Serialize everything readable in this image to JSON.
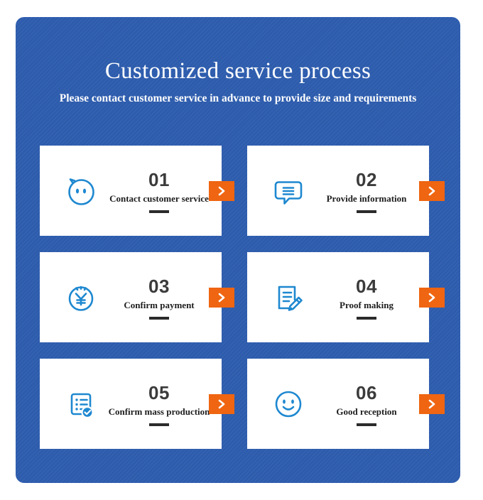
{
  "theme": {
    "panel_blue": "#2d5cad",
    "accent_orange": "#ef6511",
    "icon_blue": "#1e88d0",
    "card_bg": "#ffffff",
    "number_color": "#3b3b3b",
    "label_color": "#1d1d1d"
  },
  "header": {
    "title": "Customized service process",
    "subtitle": "Please contact customer service in advance to provide size and requirements"
  },
  "steps": [
    {
      "number": "01",
      "label": "Contact customer service",
      "icon": "chat-face-icon",
      "arrow": "chevron-right-icon"
    },
    {
      "number": "02",
      "label": "Provide information",
      "icon": "speech-bubble-lines-icon",
      "arrow": "chevron-right-icon"
    },
    {
      "number": "03",
      "label": "Confirm payment",
      "icon": "yen-coin-icon",
      "arrow": "chevron-right-icon"
    },
    {
      "number": "04",
      "label": "Proof making",
      "icon": "document-pencil-icon",
      "arrow": "chevron-right-icon"
    },
    {
      "number": "05",
      "label": "Confirm mass production",
      "icon": "checklist-check-icon",
      "arrow": "chevron-right-icon"
    },
    {
      "number": "06",
      "label": "Good reception",
      "icon": "smiley-face-icon",
      "arrow": "chevron-right-icon"
    }
  ]
}
